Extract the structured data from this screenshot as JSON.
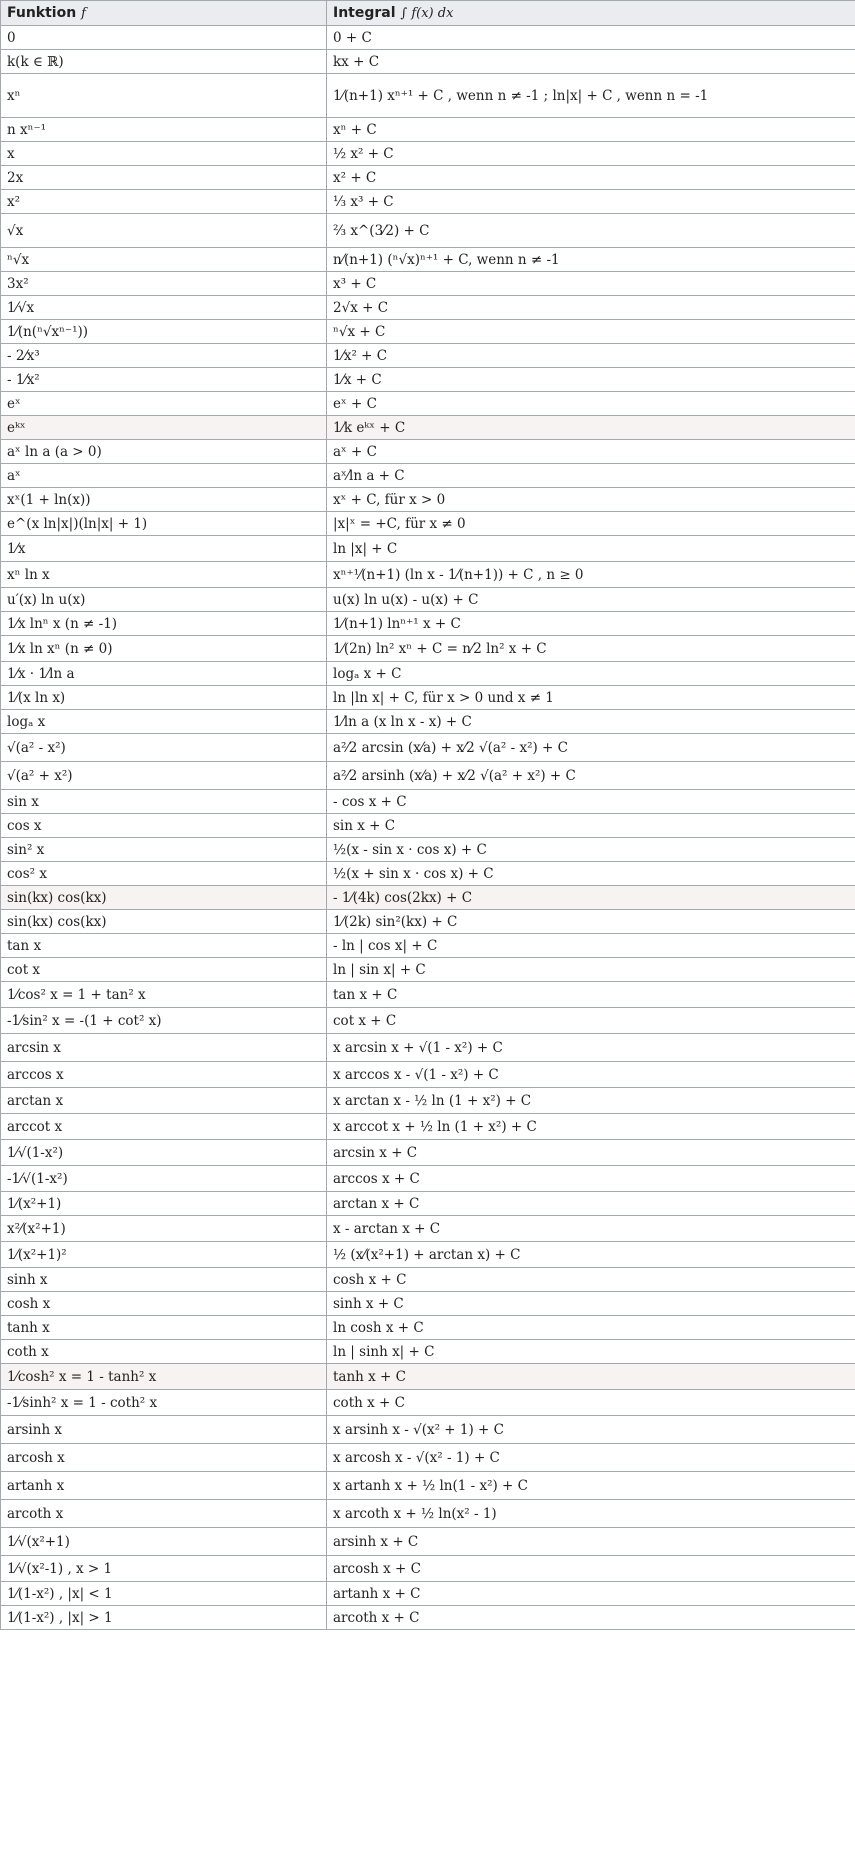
{
  "header": {
    "col1_label": "Funktion",
    "col1_symbol": "f",
    "col2_label": "Integral",
    "col2_symbol": "∫ f(x) dx"
  },
  "rows": [
    {
      "f": "0",
      "F": "0 + C"
    },
    {
      "f": "k(k ∈ ℝ)",
      "F": "kx + C"
    },
    {
      "f": "xⁿ",
      "F": "1⁄(n+1) xⁿ⁺¹ + C , wenn n ≠ -1 ; ln|x| + C , wenn n = -1"
    },
    {
      "f": "n xⁿ⁻¹",
      "F": "xⁿ + C"
    },
    {
      "f": "x",
      "F": "½ x² + C"
    },
    {
      "f": "2x",
      "F": "x² + C"
    },
    {
      "f": "x²",
      "F": "⅓ x³ + C"
    },
    {
      "f": "√x",
      "F": "⅔ x^(3⁄2) + C"
    },
    {
      "f": "ⁿ√x",
      "F": "n⁄(n+1) (ⁿ√x)ⁿ⁺¹ + C, wenn n ≠ -1"
    },
    {
      "f": "3x²",
      "F": "x³ + C"
    },
    {
      "f": "1⁄√x",
      "F": "2√x + C"
    },
    {
      "f": "1⁄(n(ⁿ√xⁿ⁻¹))",
      "F": "ⁿ√x + C"
    },
    {
      "f": "- 2⁄x³",
      "F": "1⁄x² + C"
    },
    {
      "f": "- 1⁄x²",
      "F": "1⁄x + C"
    },
    {
      "f": "eˣ",
      "F": "eˣ + C"
    },
    {
      "f": "eᵏˣ",
      "F": "1⁄k eᵏˣ + C"
    },
    {
      "f": "aˣ ln a (a > 0)",
      "F": "aˣ + C"
    },
    {
      "f": "aˣ",
      "F": "aˣ⁄ln a + C"
    },
    {
      "f": "xˣ(1 + ln(x))",
      "F": "xˣ + C, für x > 0"
    },
    {
      "f": "e^(x ln|x|)(ln|x| + 1)",
      "F": "|x|ˣ = +C, für x ≠ 0"
    },
    {
      "f": "1⁄x",
      "F": "ln |x| + C"
    },
    {
      "f": "xⁿ ln x",
      "F": "xⁿ⁺¹⁄(n+1) (ln x - 1⁄(n+1)) + C ,    n ≥ 0"
    },
    {
      "f": "u′(x) ln u(x)",
      "F": "u(x) ln u(x) - u(x) + C"
    },
    {
      "f": "1⁄x lnⁿ x  (n ≠ -1)",
      "F": "1⁄(n+1) lnⁿ⁺¹ x + C"
    },
    {
      "f": "1⁄x ln xⁿ  (n ≠ 0)",
      "F": "1⁄(2n) ln² xⁿ + C = n⁄2 ln² x + C"
    },
    {
      "f": "1⁄x · 1⁄ln a",
      "F": "logₐ x + C"
    },
    {
      "f": "1⁄(x ln x)",
      "F": "ln |ln x| + C, für x > 0 und x ≠ 1"
    },
    {
      "f": "logₐ x",
      "F": "1⁄ln a (x ln x - x) + C"
    },
    {
      "f": "√(a² - x²)",
      "F": "a²⁄2 arcsin (x⁄a) + x⁄2 √(a² - x²) + C"
    },
    {
      "f": "√(a² + x²)",
      "F": "a²⁄2 arsinh (x⁄a) + x⁄2 √(a² + x²) + C"
    },
    {
      "f": "sin x",
      "F": "- cos x + C"
    },
    {
      "f": "cos x",
      "F": "sin x + C"
    },
    {
      "f": "sin² x",
      "F": "½(x - sin x · cos x) + C"
    },
    {
      "f": "cos² x",
      "F": "½(x + sin x · cos x) + C"
    },
    {
      "f": "sin(kx) cos(kx)",
      "F": "- 1⁄(4k) cos(2kx) + C"
    },
    {
      "f": "sin(kx) cos(kx)",
      "F": "1⁄(2k) sin²(kx) + C"
    },
    {
      "f": "tan x",
      "F": "- ln | cos x| + C"
    },
    {
      "f": "cot x",
      "F": "ln | sin x| + C"
    },
    {
      "f": "1⁄cos² x = 1 + tan² x",
      "F": "tan x + C"
    },
    {
      "f": "-1⁄sin² x = -(1 + cot² x)",
      "F": "cot x + C"
    },
    {
      "f": "arcsin x",
      "F": "x arcsin x + √(1 - x²) + C"
    },
    {
      "f": "arccos x",
      "F": "x arccos x - √(1 - x²) + C"
    },
    {
      "f": "arctan x",
      "F": "x arctan x - ½ ln (1 + x²) + C"
    },
    {
      "f": "arccot x",
      "F": "x arccot x + ½ ln (1 + x²) + C"
    },
    {
      "f": "1⁄√(1-x²)",
      "F": "arcsin x + C"
    },
    {
      "f": "-1⁄√(1-x²)",
      "F": "arccos x + C"
    },
    {
      "f": "1⁄(x²+1)",
      "F": "arctan x + C"
    },
    {
      "f": "x²⁄(x²+1)",
      "F": "x - arctan x + C"
    },
    {
      "f": "1⁄(x²+1)²",
      "F": "½ (x⁄(x²+1) + arctan x) + C"
    },
    {
      "f": "sinh x",
      "F": "cosh x + C"
    },
    {
      "f": "cosh x",
      "F": "sinh x + C"
    },
    {
      "f": "tanh x",
      "F": "ln cosh x + C"
    },
    {
      "f": "coth x",
      "F": "ln | sinh x| + C"
    },
    {
      "f": "1⁄cosh² x = 1 - tanh² x",
      "F": "tanh x + C"
    },
    {
      "f": "-1⁄sinh² x = 1 - coth² x",
      "F": "coth x + C"
    },
    {
      "f": "arsinh  x",
      "F": "x  arsinh  x - √(x² + 1) + C"
    },
    {
      "f": "arcosh  x",
      "F": "x  arcosh  x - √(x² - 1) + C"
    },
    {
      "f": "artanh  x",
      "F": "x  artanh  x + ½ ln(1 - x²) + C"
    },
    {
      "f": "arcoth  x",
      "F": "x  arcoth  x + ½ ln(x² - 1)"
    },
    {
      "f": "1⁄√(x²+1)",
      "F": "arsinh  x + C"
    },
    {
      "f": "1⁄√(x²-1) , x > 1",
      "F": "arcosh  x + C"
    },
    {
      "f": "1⁄(1-x²) ,  |x| < 1",
      "F": "artanh  x + C"
    },
    {
      "f": "1⁄(1-x²) ,  |x| > 1",
      "F": "arcoth  x + C"
    }
  ]
}
